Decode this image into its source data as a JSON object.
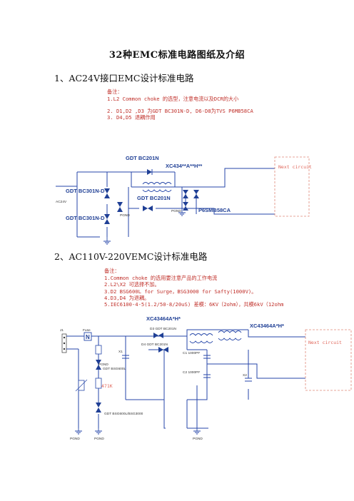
{
  "doc": {
    "title": "32种EMC标准电路图纸及介绍",
    "section1_heading": "1、AC24V接口EMC设计标准电路",
    "section2_heading": "2、AC110V-220VEMC设计标准电路"
  },
  "circuit1": {
    "notes": [
      "备注：",
      "1.L2 Common choke 的选型，注意电流以及DCR的大小",
      "2. D1,D2 ,D3 为GDT BC301N-D, D6-D8为TVS P6MB58CA",
      "3. D4,D5 退耦作用"
    ],
    "labels": {
      "gdt_top": "GDT BC201N",
      "choke": "XC434**A**H**",
      "gdt_mid": "GDT BC201N",
      "gdt_left1": "GDT BC301N-D",
      "gdt_left2": "GDT BC301N-D",
      "tvs": "P6SMB58CA",
      "ac_in": "AC24V",
      "next_circuit": "Next circuit",
      "pgnd1": "PGND",
      "pgnd2": "PGND"
    }
  },
  "circuit2": {
    "notes": [
      "备注：",
      "1.Common choke 的选用要注意产品的工作电流",
      "2.L2\\X2 可选择不加。",
      "3.D2 BSG600L for Surge，BSG3000 for Safty(1000V)。",
      "4.D3,D4 为退耦。",
      "5.IEC6100-4-5(1.2/50-8/20uS) 差模：6KV（2ohm），共模6kV（12ohm"
    ],
    "labels": {
      "choke1": "XC43464A*H*",
      "choke2": "XC43464A*H*",
      "d3": "D3 GDT BC201N",
      "d4": "D4 GDT BC201N",
      "gdt_d1": "GDT BSG600L",
      "gdt_d2": "GDT BSG600L/BSG3000",
      "r_value": "471K",
      "fuse": "Fuse",
      "j1": "J1",
      "x1": "X1",
      "x2": "X2",
      "c1": "C1 1000PF",
      "c2": "C2 1000PF",
      "next_circuit": "Next circuit",
      "pgnd1": "PGND",
      "pgnd2": "PGND",
      "pgnd3": "PGND",
      "pgnd4": "PGND"
    }
  }
}
